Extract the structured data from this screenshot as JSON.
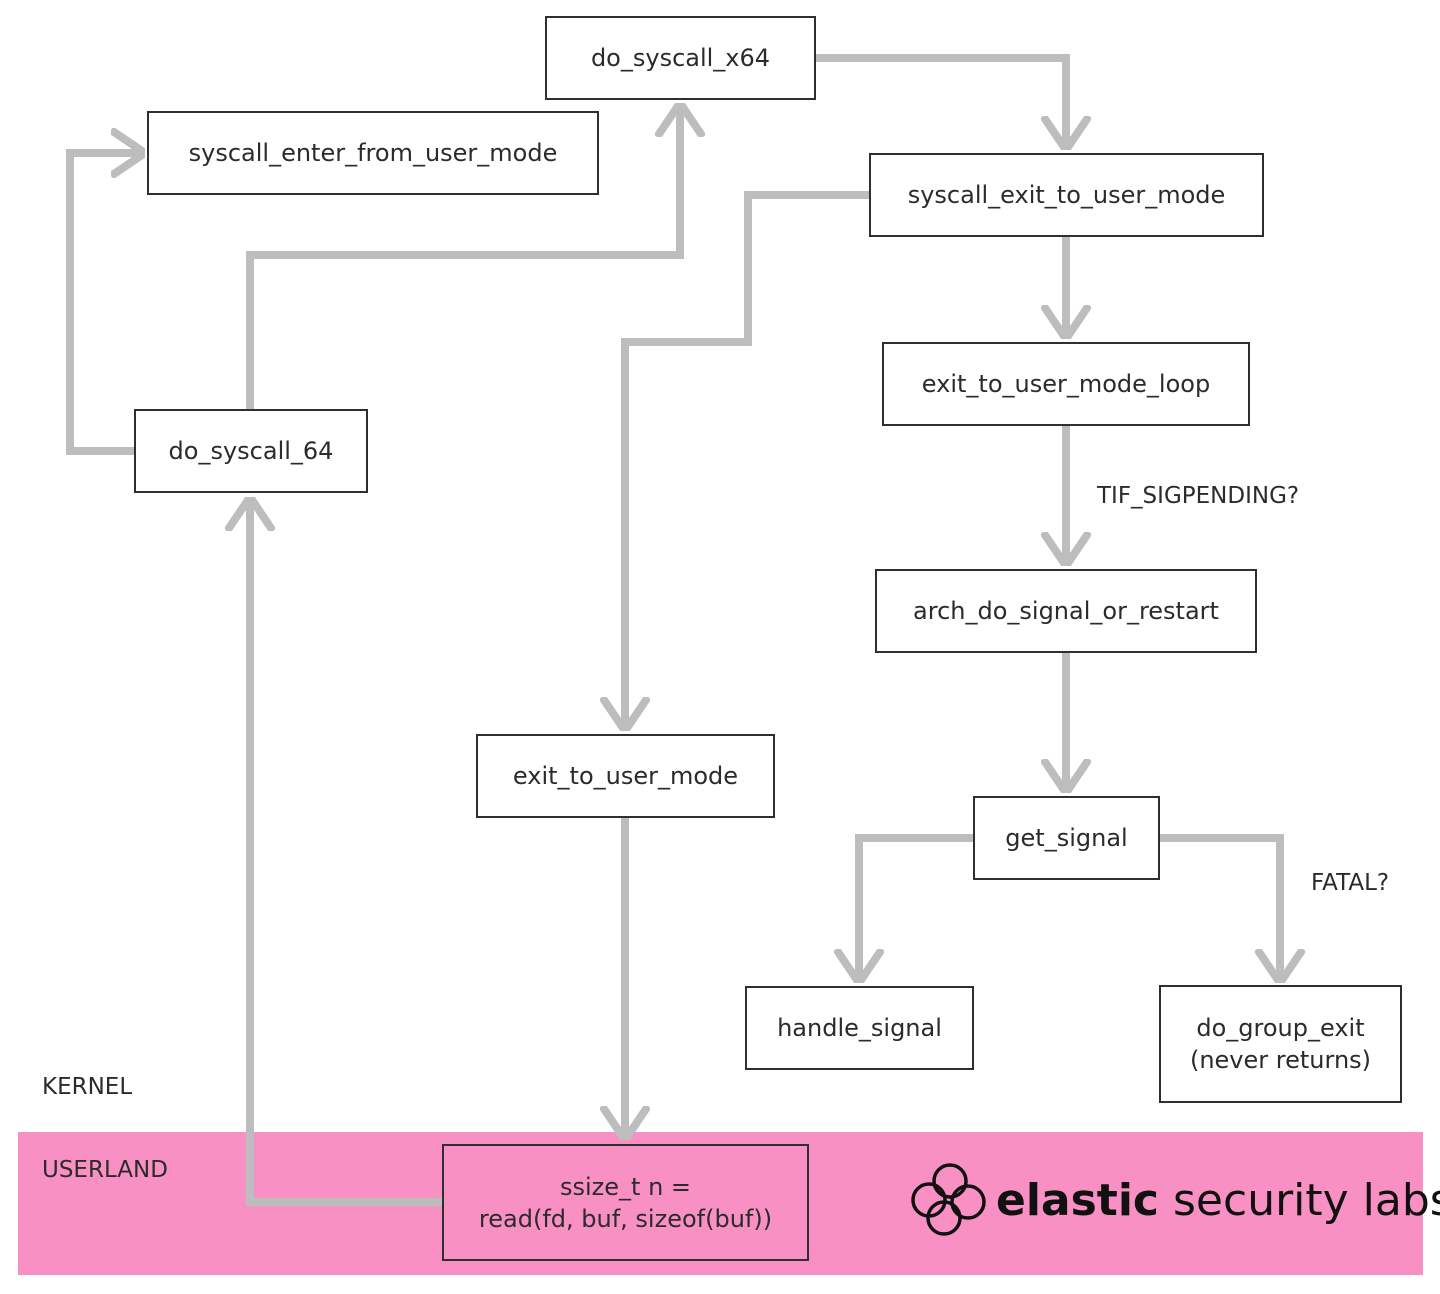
{
  "colors": {
    "edge": "#bdbdbd",
    "border": "#2f2f2f",
    "userland": "#f890c4",
    "text": "#2b2b2b"
  },
  "zones": {
    "kernel": "KERNEL",
    "userland": "USERLAND"
  },
  "nodes": {
    "do_syscall_x64": "do_syscall_x64",
    "syscall_enter_from_user_mode": "syscall_enter_from_user_mode",
    "syscall_exit_to_user_mode": "syscall_exit_to_user_mode",
    "exit_to_user_mode_loop": "exit_to_user_mode_loop",
    "do_syscall_64": "do_syscall_64",
    "arch_do_signal_or_restart": "arch_do_signal_or_restart",
    "exit_to_user_mode": "exit_to_user_mode",
    "get_signal": "get_signal",
    "handle_signal": "handle_signal",
    "do_group_exit": "do_group_exit\n(never returns)",
    "read_call": "ssize_t n =\nread(fd, buf, sizeof(buf))"
  },
  "edge_labels": {
    "tif_sigpending": "TIF_SIGPENDING?",
    "fatal": "FATAL?"
  },
  "brand": {
    "name_bold": "elastic",
    "name_rest": " security labs",
    "logo_icon": "elastic-logo-icon"
  }
}
